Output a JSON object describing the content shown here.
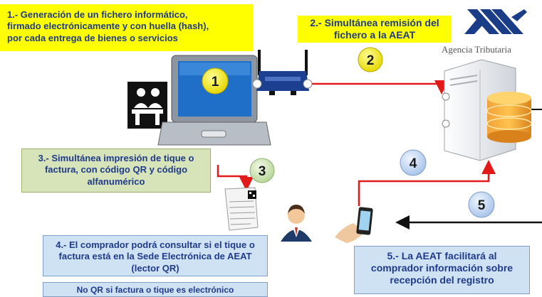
{
  "step1": {
    "lines": [
      "1.- Generación de un fichero informático,",
      "firmado electrónicamente y con huella (hash),",
      "por cada entrega de bienes o servicios"
    ]
  },
  "step2": {
    "lines": [
      "2.- Simultánea remisión del",
      "fichero a la AEAT"
    ]
  },
  "step3": {
    "lines": [
      "3.- Simultánea impresión de tique o",
      "factura, con código QR y código",
      "alfanumérico"
    ]
  },
  "step4": {
    "lines": [
      "4.- El comprador podrá consultar si el tique o",
      "factura está en la Sede Electrónica de AEAT",
      "(lector QR)"
    ]
  },
  "no_qr_note": "No QR si factura o tique es electrónico",
  "step5": {
    "lines": [
      "5.- La AEAT facilitará al",
      "comprador información sobre",
      "recepción del registro"
    ]
  },
  "agency": {
    "name": "Agencia Tributaria"
  },
  "badges": [
    "1",
    "2",
    "3",
    "4",
    "5"
  ],
  "icons": [
    "laptop-icon",
    "router-icon",
    "server-icon",
    "database-icon",
    "cashier-icon",
    "receipt-icon",
    "buyer-icon",
    "smartphone-icon",
    "agency-logo-icon"
  ],
  "colors": {
    "flow_arrow": "#e31a1a",
    "return_arrow": "#111111",
    "highlight_yellow": "#ffff00",
    "text_blue": "#1f3a8a",
    "green_box": "#d7e3b8",
    "blue_box": "#cfe2f3",
    "agency_blue": "#1b3c87"
  }
}
